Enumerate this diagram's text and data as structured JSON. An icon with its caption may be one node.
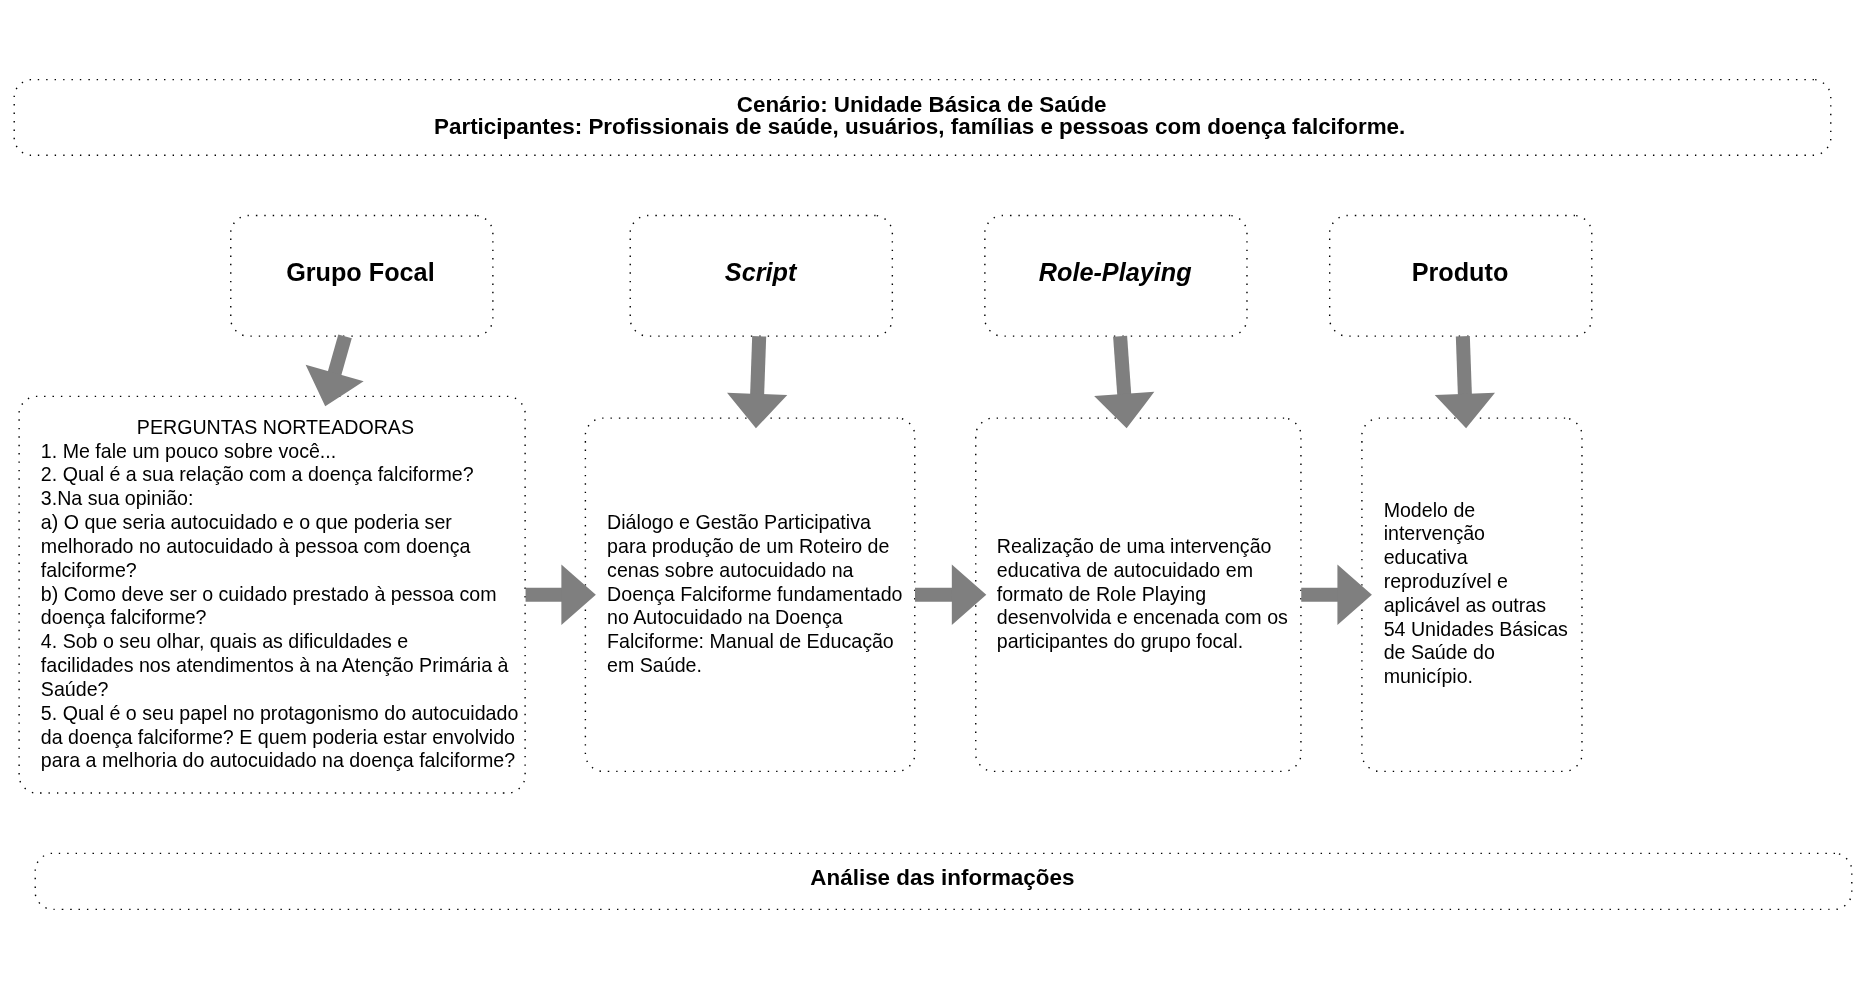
{
  "diagram": {
    "nodes": [
      {
        "text": [
          "Cenário: Unidade Básica de Saúde",
          "Participantes: Profissionais de saúde, usuários, famílias e pessoas com doença falciforme."
        ]
      },
      {
        "text": [
          "Grupo Focal"
        ]
      },
      {
        "text": [
          "Script"
        ]
      },
      {
        "text": [
          "Role-Playing"
        ]
      },
      {
        "text": [
          "Produto"
        ]
      },
      {
        "text": [
          "PERGUNTAS NORTEADORAS",
          "1. Me fale um pouco sobre você...",
          "2. Qual é a sua relação com a doença falciforme?",
          "3.Na sua opinião:",
          "a) O que seria autocuidado e o que poderia ser melhorado no autocuidado à pessoa com doença falciforme?",
          "b) Como deve ser o cuidado prestado à pessoa com doença falciforme?",
          "4. Sob o seu olhar, quais as dificuldades e facilidades nos atendimentos à na Atenção Primária à Saúde?",
          "5. Qual é o seu papel no protagonismo do autocuidado da doença falciforme? E quem poderia estar envolvido para a melhoria do autocuidado na doença falciforme?"
        ]
      },
      {
        "text": [
          "Diálogo e Gestão Participativa para produção de um Roteiro de cenas sobre autocuidado na Doença Falciforme fundamentado no Autocuidado na Doença Falciforme: Manual de Educação em Saúde."
        ]
      },
      {
        "text": [
          "Realização de uma intervenção educativa de autocuidado em formato de Role Playing  desenvolvida e encenada com os participantes do grupo focal."
        ]
      },
      {
        "text": [
          "Modelo de intervenção educativa reproduzível e aplicável as outras 54 Unidades Básicas de Saúde do município."
        ]
      },
      {
        "text": [
          "Análise das informações"
        ]
      }
    ],
    "edges": [
      {
        "from": 1,
        "to": 5,
        "arrow": "to"
      },
      {
        "from": 2,
        "to": 6,
        "arrow": "to"
      },
      {
        "from": 3,
        "to": 7,
        "arrow": "to"
      },
      {
        "from": 4,
        "to": 8,
        "arrow": "to"
      },
      {
        "from": 5,
        "to": 6,
        "arrow": "to"
      },
      {
        "from": 6,
        "to": 7,
        "arrow": "to"
      },
      {
        "from": 7,
        "to": 8,
        "arrow": "to"
      }
    ]
  }
}
